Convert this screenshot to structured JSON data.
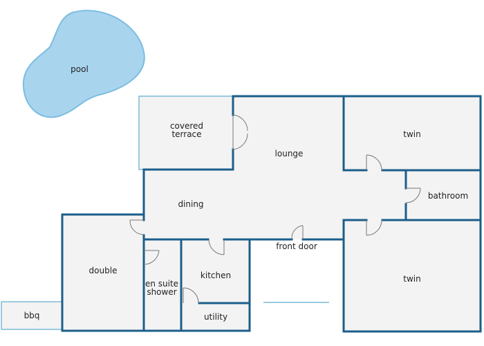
{
  "colors": {
    "wall": "#1b5e8a",
    "wall_light": "#7dbad8",
    "floor": "#f3f3f3",
    "pool_fill": "#a9d4ee",
    "pool_stroke": "#7cbde1",
    "door": "#777777"
  },
  "labels": {
    "pool": "pool",
    "covered_terrace": [
      "covered",
      "terrace"
    ],
    "lounge": "lounge",
    "twin_top": "twin",
    "bathroom": "bathroom",
    "dining": "dining",
    "front_door": "front door",
    "double": "double",
    "kitchen": "kitchen",
    "en_suite_shower": [
      "en suite",
      "shower"
    ],
    "utility": "utility",
    "twin_bottom": "twin",
    "bbq": "bbq"
  }
}
